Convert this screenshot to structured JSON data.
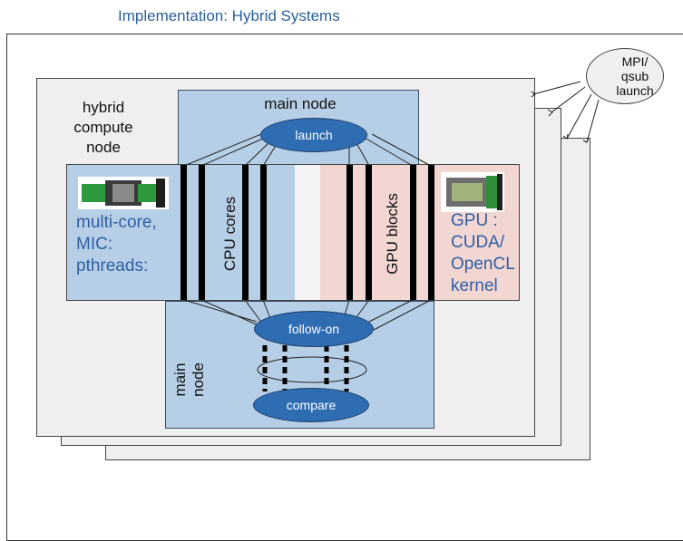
{
  "title": "Implementation: Hybrid Systems",
  "labels": {
    "hybrid_node": "hybrid\ncompute\nnode",
    "main_node_top": "main node",
    "launch": "launch",
    "cpu_cores": "CPU cores",
    "gpu_blocks": "GPU blocks",
    "left_text": "multi-core,\nMIC:\npthreads:",
    "right_text": "GPU :\nCUDA/\nOpenCL\nkernel",
    "follow_on": "follow-on",
    "compare": "compare",
    "main_node_bottom": "main\nnode",
    "mpi_launch": "MPI/\nqsub\nlaunch"
  },
  "colors": {
    "panel_blue": "#b7cfe6",
    "ellipse_blue": "#2f6db3",
    "text_blue": "#2f5fa5",
    "gpu_pink": "#f2d6d2",
    "sheet_grey": "#efefef"
  }
}
